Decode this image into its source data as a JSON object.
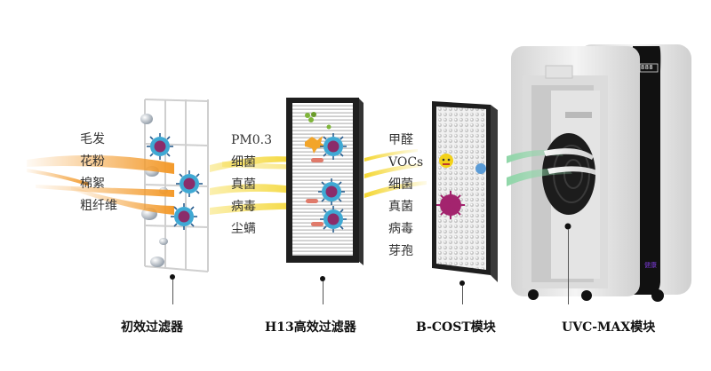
{
  "stages": [
    {
      "id": "primary-filter",
      "caption": "初效过滤器",
      "captures": [
        "毛发",
        "花粉",
        "棉絮",
        "粗纤维"
      ]
    },
    {
      "id": "h13-filter",
      "caption": "H13高效过滤器",
      "captures": [
        "PM0.3",
        "细菌",
        "真菌",
        "病毒",
        "尘螨"
      ]
    },
    {
      "id": "b-cost-module",
      "caption": "B-COST模块",
      "captures": [
        "甲醛",
        "VOCs",
        "细菌",
        "真菌",
        "病毒",
        "芽孢"
      ]
    },
    {
      "id": "uvc-max-module",
      "caption": "UVC-MAX模块",
      "captures": []
    }
  ],
  "device": {
    "display_readout": "888",
    "brand_badge": "健康"
  },
  "colors": {
    "airflow_dirty": "#f39a2b",
    "airflow_mid": "#f3d21b",
    "airflow_clean": "#8fd6a8",
    "virus_body": "#3fa9d4",
    "virus_core": "#8b2d6a",
    "filter_frame": "#1e1e1e",
    "device_body": "#e9e9e9",
    "device_panel": "#111111",
    "brand_accent": "#7a3ad6"
  }
}
